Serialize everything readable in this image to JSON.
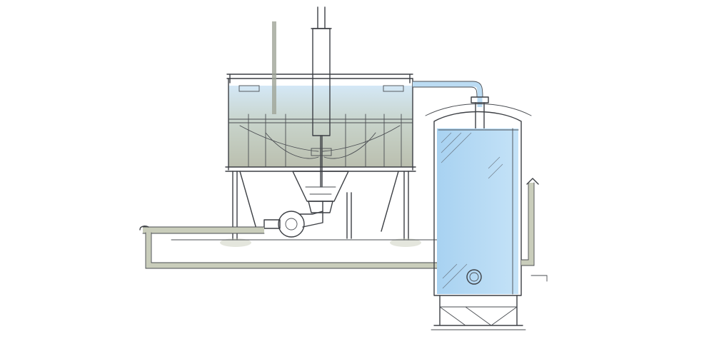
{
  "diagram": {
    "components": [
      {
        "id": "mixing-tank",
        "icon": "open-stirred-tank"
      },
      {
        "id": "agitator-shaft",
        "icon": "vertical-shaft"
      },
      {
        "id": "conical-bottom",
        "icon": "hopper-cone"
      },
      {
        "id": "centrifugal-pump",
        "icon": "pump"
      },
      {
        "id": "storage-tank",
        "icon": "vertical-cylindrical-vessel"
      },
      {
        "id": "transfer-pipe",
        "icon": "pipe"
      },
      {
        "id": "recirculation-pipe",
        "icon": "pipe"
      },
      {
        "id": "outlet-pipe",
        "icon": "pipe"
      }
    ],
    "colors": {
      "liquid_mixing": "#b9c6bf",
      "liquid_blue": "#bcdcf3",
      "liquid_storage": "#aad3f2",
      "pipe_grey": "#c9cdbb",
      "ink": "#3c3f44"
    }
  }
}
